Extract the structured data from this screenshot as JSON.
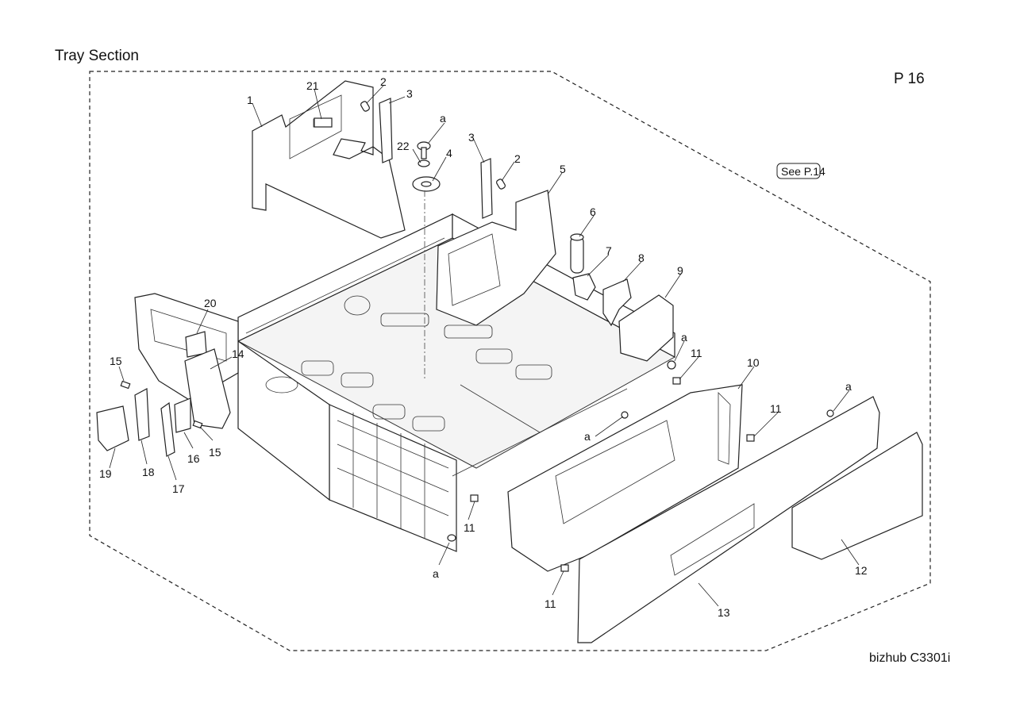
{
  "header": {
    "title": "Tray Section",
    "page_number": "P 16"
  },
  "footer": {
    "model": "bizhub C3301i"
  },
  "reference": {
    "see_page": "See P.14"
  },
  "callouts": {
    "c1": "1",
    "c2a": "2",
    "c2b": "2",
    "c3a": "3",
    "c3b": "3",
    "c4": "4",
    "c5": "5",
    "c6": "6",
    "c7": "7",
    "c8": "8",
    "c9": "9",
    "c10": "10",
    "c11a": "11",
    "c11b": "11",
    "c11c": "11",
    "c11d": "11",
    "c12": "12",
    "c13": "13",
    "c14": "14",
    "c15a": "15",
    "c15b": "15",
    "c16": "16",
    "c17": "17",
    "c18": "18",
    "c19": "19",
    "c20": "20",
    "c21": "21",
    "c22": "22",
    "ca1": "a",
    "ca2": "a",
    "ca3": "a",
    "ca4": "a",
    "ca5": "a"
  }
}
